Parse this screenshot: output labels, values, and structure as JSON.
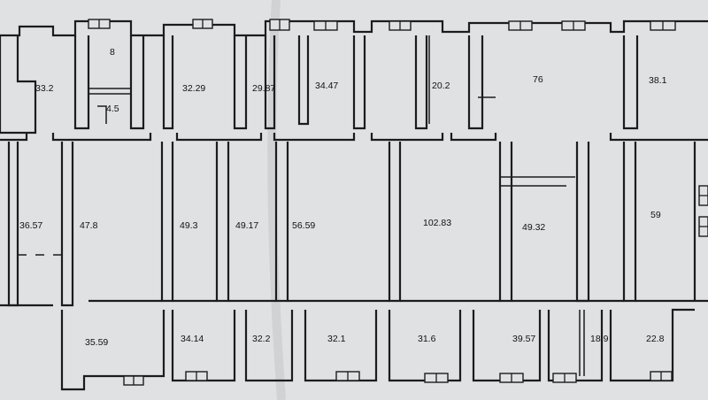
{
  "rooms": [
    {
      "id": "top-1",
      "area": "33.2"
    },
    {
      "id": "top-2",
      "area": "8"
    },
    {
      "id": "top-3",
      "area": "4.5"
    },
    {
      "id": "top-4",
      "area": "32.29"
    },
    {
      "id": "top-5",
      "area": "29.87"
    },
    {
      "id": "top-6",
      "area": "34.47"
    },
    {
      "id": "top-7",
      "area": "20.2"
    },
    {
      "id": "top-8",
      "area": "76"
    },
    {
      "id": "top-9",
      "area": "38.1"
    },
    {
      "id": "mid-1",
      "area": "36.57"
    },
    {
      "id": "mid-2",
      "area": "47.8"
    },
    {
      "id": "mid-3",
      "area": "49.3"
    },
    {
      "id": "mid-4",
      "area": "49.17"
    },
    {
      "id": "mid-5",
      "area": "56.59"
    },
    {
      "id": "mid-6",
      "area": "102.83"
    },
    {
      "id": "mid-7",
      "area": "49.32"
    },
    {
      "id": "mid-8",
      "area": "59"
    },
    {
      "id": "bot-1",
      "area": "35.59"
    },
    {
      "id": "bot-2",
      "area": "34.14"
    },
    {
      "id": "bot-3",
      "area": "32.2"
    },
    {
      "id": "bot-4",
      "area": "32.1"
    },
    {
      "id": "bot-5",
      "area": "31.6"
    },
    {
      "id": "bot-6",
      "area": "39.57"
    },
    {
      "id": "bot-7",
      "area": "18.9"
    },
    {
      "id": "bot-8",
      "area": "22.8"
    }
  ],
  "colors": {
    "paper": "#dfe1e3",
    "ink": "#1c1c1e",
    "background": "#c9cccf"
  }
}
